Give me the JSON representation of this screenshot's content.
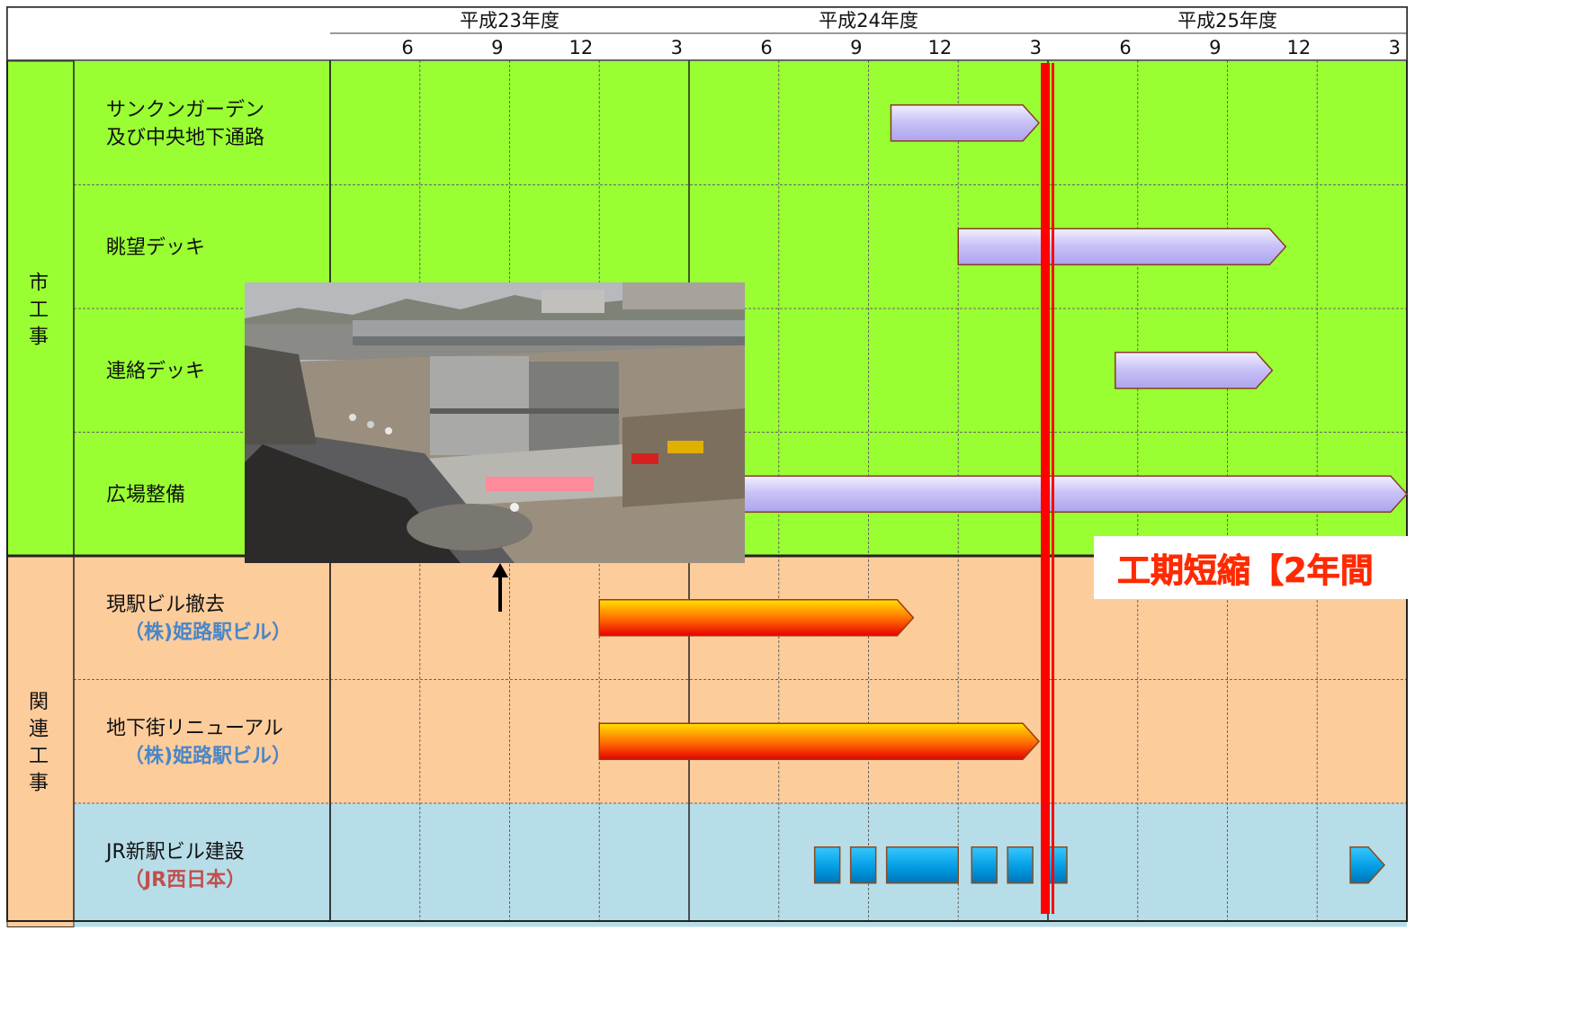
{
  "years": [
    {
      "label": "平成23年度"
    },
    {
      "label": "平成24年度"
    },
    {
      "label": "平成25年度"
    }
  ],
  "months": [
    "6",
    "9",
    "12",
    "3",
    "6",
    "9",
    "12",
    "3",
    "6",
    "9",
    "12",
    "3"
  ],
  "groups": [
    {
      "label": "市\n工\n事",
      "color": "#99ff33"
    },
    {
      "label": "関\n連\n工\n事",
      "color": "#fdcc9b"
    }
  ],
  "tasks": [
    {
      "label": [
        "サンクンガーデン",
        "及び中央地下通路"
      ],
      "sublabel": "",
      "sublabel_color": "",
      "group": 0,
      "bar": "lavender",
      "start": 6.25,
      "end": 7.9
    },
    {
      "label": [
        "眺望デッキ"
      ],
      "sublabel": "",
      "sublabel_color": "",
      "group": 0,
      "bar": "lavender",
      "start": 7.0,
      "end": 10.65
    },
    {
      "label": [
        "連絡デッキ"
      ],
      "sublabel": "",
      "sublabel_color": "",
      "group": 0,
      "bar": "lavender",
      "start": 8.75,
      "end": 10.5
    },
    {
      "label": [
        "広場整備"
      ],
      "sublabel": "",
      "sublabel_color": "",
      "group": 0,
      "bar": "lavender",
      "start": 4.5,
      "end": 12.0
    },
    {
      "label": [
        "現駅ビル撤去"
      ],
      "sublabel": "（株)姫路駅ビル）",
      "sublabel_color": "#4a86c8",
      "group": 1,
      "bar": "fire",
      "start": 3.0,
      "end": 6.5
    },
    {
      "label": [
        "地下街リニューアル"
      ],
      "sublabel": "（株)姫路駅ビル）",
      "sublabel_color": "#4a86c8",
      "group": 1,
      "bar": "fire",
      "start": 3.0,
      "end": 7.9
    },
    {
      "label": [
        "JR新駅ビル建設"
      ],
      "sublabel": "（JR西日本）",
      "sublabel_color": "#c0504d",
      "group": 1,
      "bar": "blue",
      "start": 5.4,
      "end": 11.75
    }
  ],
  "milestone_marker": {
    "position": 8.0,
    "color": "#ff0000"
  },
  "callout": {
    "text": "工期短縮【2年間",
    "color": "#ff2a00"
  },
  "colors": {
    "header_bg": "#ffffff",
    "jr_row_bg": "#b7dde8",
    "grid": "#555555"
  }
}
